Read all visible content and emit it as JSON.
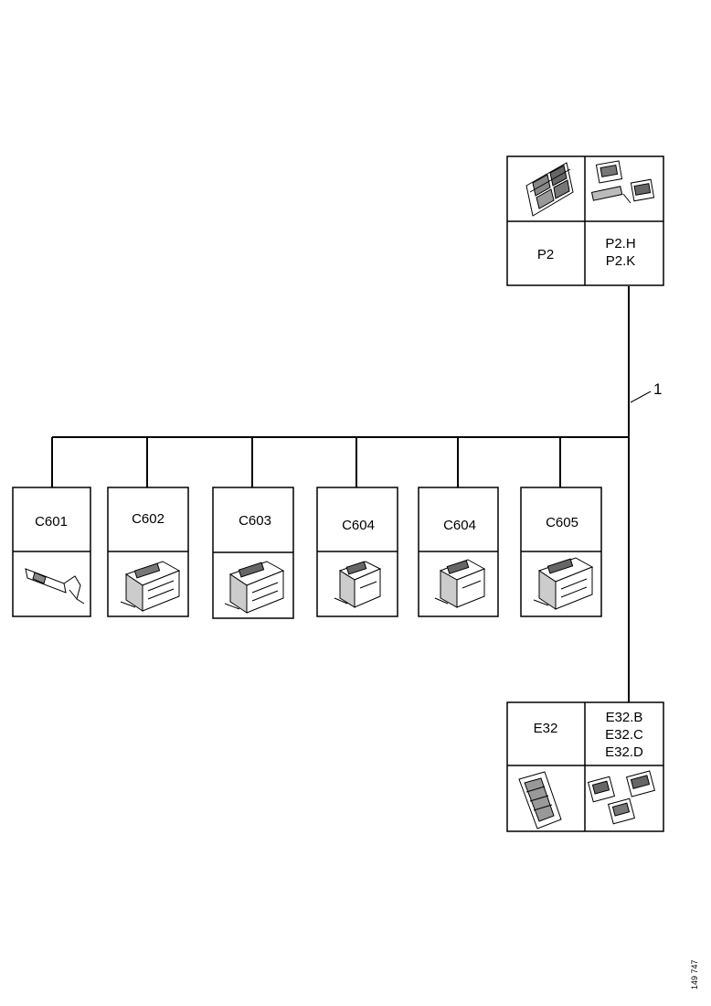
{
  "harness": {
    "callout": "1"
  },
  "components": {
    "p2": {
      "main": "P2",
      "sub": [
        "P2.H",
        "P2.K"
      ],
      "main_icon": "control-unit-board-icon",
      "sub_icon": "connector-pair-icon"
    },
    "e32": {
      "main": "E32",
      "sub": [
        "E32.B",
        "E32.C",
        "E32.D"
      ],
      "main_icon": "connector-block-icon",
      "sub_icon": "connector-group-icon"
    },
    "connectors": [
      {
        "label": "C601",
        "icon": "terminal-pin-icon"
      },
      {
        "label": "C602",
        "icon": "connector-housing-icon"
      },
      {
        "label": "C603",
        "icon": "connector-housing-icon"
      },
      {
        "label": "C604",
        "icon": "connector-housing-icon"
      },
      {
        "label": "C604",
        "icon": "connector-housing-icon"
      },
      {
        "label": "C605",
        "icon": "connector-housing-icon"
      }
    ]
  },
  "document_id": "149 747"
}
